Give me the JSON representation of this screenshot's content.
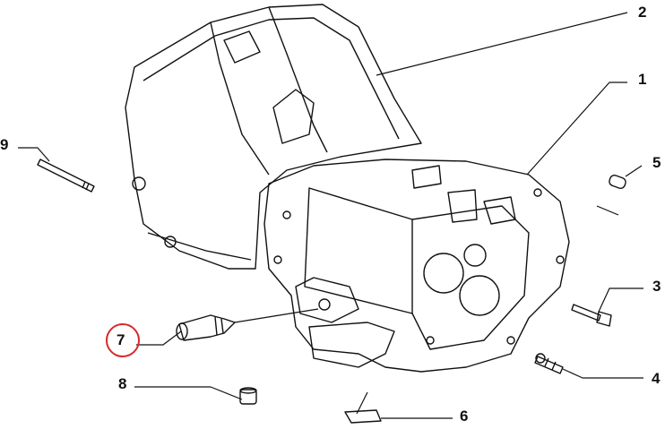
{
  "diagram": {
    "title": "Gearbox housing exploded parts view",
    "callouts": [
      "1",
      "2",
      "3",
      "4",
      "5",
      "6",
      "7",
      "8",
      "9"
    ],
    "highlighted_callout": "7",
    "highlight_color": "#d62a2a",
    "line_color": "#111111"
  }
}
